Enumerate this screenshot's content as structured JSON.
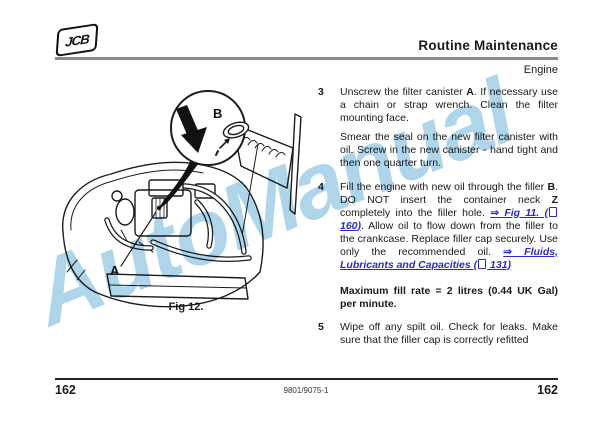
{
  "logo": {
    "text": "JCB"
  },
  "header": {
    "title": "Routine Maintenance",
    "subtitle": "Engine"
  },
  "watermark": "AutoManual",
  "figure": {
    "caption": "Fig 12.",
    "label_a": "A",
    "label_b": "B"
  },
  "steps": {
    "step3": {
      "num": "3",
      "s1": "Unscrew the filter canister ",
      "s2": "A",
      "s3": ". If necessary use a chain or strap wrench. Clean the filter mounting face.",
      "para2": "Smear the seal on the new filter canister with oil. Screw in the new canister - hand tight and then one quarter turn."
    },
    "step4": {
      "num": "4",
      "s1": "Fill the engine with new oil through the filler ",
      "s2": "B",
      "s3": ". DO NOT insert the container neck ",
      "s4": "Z",
      "s5": " completely into the filler hole. ",
      "link1_arrow": "⇒ ",
      "link1a": "Fig 11. (",
      "link1b": " 160)",
      "s6": ". Allow oil to flow down from the filler to the crankcase. Replace filler cap securely. Use only the recommended oil. ",
      "link2_arrow": "⇒ ",
      "link2a": "Fluids, Lubricants and Capacities (",
      "link2b": " 131)"
    },
    "note": "Maximum fill rate = 2 litres (0.44 UK Gal) per minute.",
    "step5": {
      "num": "5",
      "text": "Wipe off any spilt oil. Check for leaks. Make sure that the filler cap is correctly refitted"
    }
  },
  "footer": {
    "page_number": "162",
    "doc_number": "9801/9075-1"
  },
  "colors": {
    "link_blue": "#2a2ac8",
    "watermark_blue": "#aed5ea",
    "rule_gray": "#8a8a8a"
  }
}
